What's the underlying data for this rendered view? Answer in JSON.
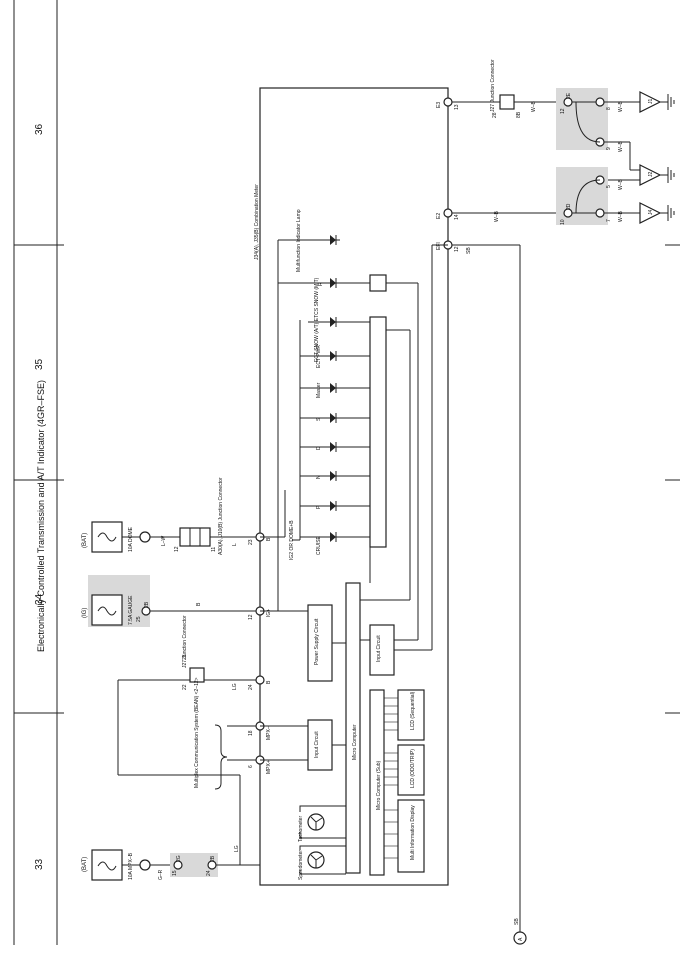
{
  "page_title": "Electronically Controlled Transmission and A/T Indicator (4GR–FSE)",
  "sections": [
    "33",
    "34",
    "35",
    "36"
  ],
  "power": {
    "bat_mpx": {
      "source": "(BAT)",
      "fuse": "10A MPX–B",
      "wire": "G–R",
      "pin_a": "15",
      "pin_b": "24",
      "box": "2G",
      "box2": "2B"
    },
    "ig_gauge": {
      "source": "(IG)",
      "fuse": "7.5A GAUGE",
      "wire": "B",
      "pin": "25",
      "box": "2B"
    },
    "bat_dome": {
      "source": "(BAT)",
      "fuse": "10A DOME",
      "wire": "L–W",
      "connector": "A30(A), J10(B) Junction Connector",
      "wire2": "L",
      "pin_a": "12",
      "pin_b": "11"
    }
  },
  "junction_j27_bottom": {
    "name": "J27 Junction Connector",
    "pin_a": "22",
    "pin_b": "23",
    "wire": "LG"
  },
  "meter": {
    "name": "J34(A), J35(B) Combination Meter",
    "pins": {
      "ig_plus": "IG+",
      "pin12": "12",
      "b_pin23": "23",
      "b_label": "B",
      "b2_pin24": "24",
      "b2_label": "B",
      "mpx_minus": "MPX–",
      "mpx_minus_pin": "18",
      "mpx_plus": "MPX+",
      "mpx_plus_pin": "6",
      "e3": "E3",
      "e3_pin": "13",
      "e2": "E2",
      "e2_pin": "14",
      "efi": "EFI",
      "efi_pin": "12"
    },
    "ig2_label": "IG2 OR DOME+B",
    "blocks": {
      "power_supply": "Power Supply Circuit",
      "input1": "Input Circuit",
      "input2": "Input Circuit",
      "micro": "Micro Computer",
      "micro_sub": "Micro Computer (Sub)",
      "lcd_seq": "LCD (Sequential)",
      "lcd_odo": "LCD (ODO/TRIP)",
      "mid": "Multi Information Display"
    },
    "gauges": [
      "Tachometer",
      "Speedometer"
    ],
    "lamps": [
      "CRUISE",
      "P",
      "N",
      "D",
      "S",
      "Master",
      "ECT PWR",
      "ECT SNOW (A/T)\nETCS SNOW (M/T)",
      "R",
      "Multifunction Indicator Lamp"
    ]
  },
  "multiplex_label": "Multiplex Communication System (BEAN) <2–12>",
  "junction_j27_top": {
    "name": "J27 Junction Connector",
    "pin_a": "28",
    "pin_b": "8B",
    "wire": "W–B"
  },
  "grounds": [
    {
      "name": "J1",
      "wire": "W–B",
      "pin": "8",
      "box": "2E"
    },
    {
      "name": "J2",
      "wire": "W–B",
      "pin": "5",
      "box": "2D"
    },
    {
      "name": "J4",
      "wire": "W–B",
      "pin": "7",
      "box": "2D"
    }
  ],
  "grounds_extra": {
    "pin9": "9",
    "pin12": "12",
    "pin10": "10",
    "box_e": "2E",
    "box_d": "2D"
  },
  "efi_wire": "SB",
  "connector_a": "A"
}
